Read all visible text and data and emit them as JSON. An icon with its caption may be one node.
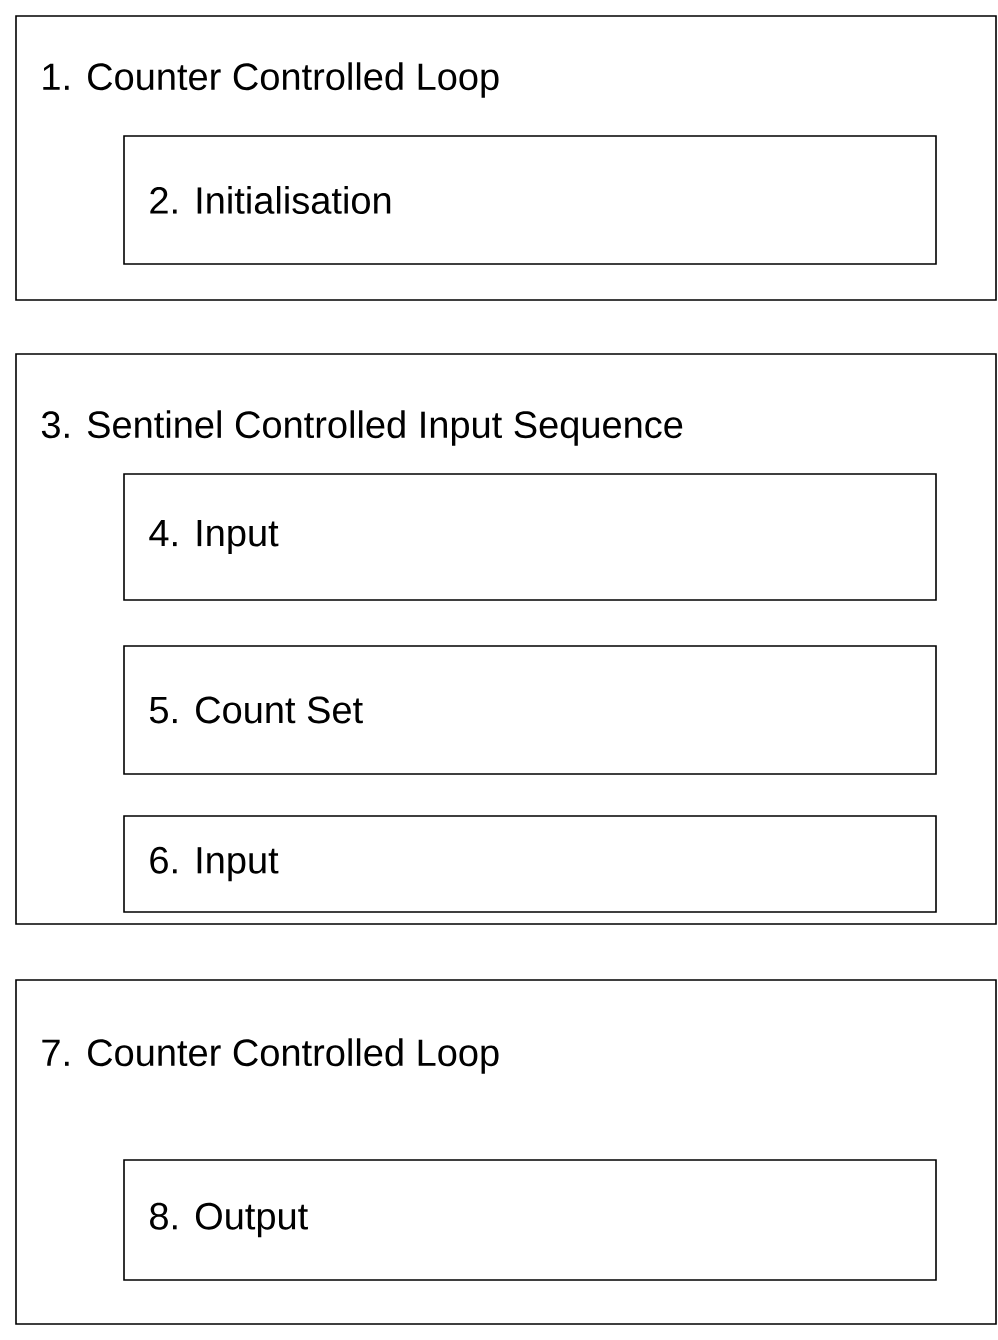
{
  "diagram": {
    "nodes": [
      {
        "text": [
          "1. Counter Controlled Loop"
        ]
      },
      {
        "text": [
          "2. Initialisation"
        ],
        "in": 0
      },
      {
        "text": [
          "3. Sentinel Controlled Input Sequence"
        ]
      },
      {
        "text": [
          "4. Input"
        ],
        "in": 2
      },
      {
        "text": [
          "5. Count Set"
        ],
        "in": 2
      },
      {
        "text": [
          "6. Input"
        ],
        "in": 2
      },
      {
        "text": [
          "7. Counter Controlled Loop"
        ]
      },
      {
        "text": [
          "8. Output"
        ],
        "in": 6
      }
    ]
  }
}
